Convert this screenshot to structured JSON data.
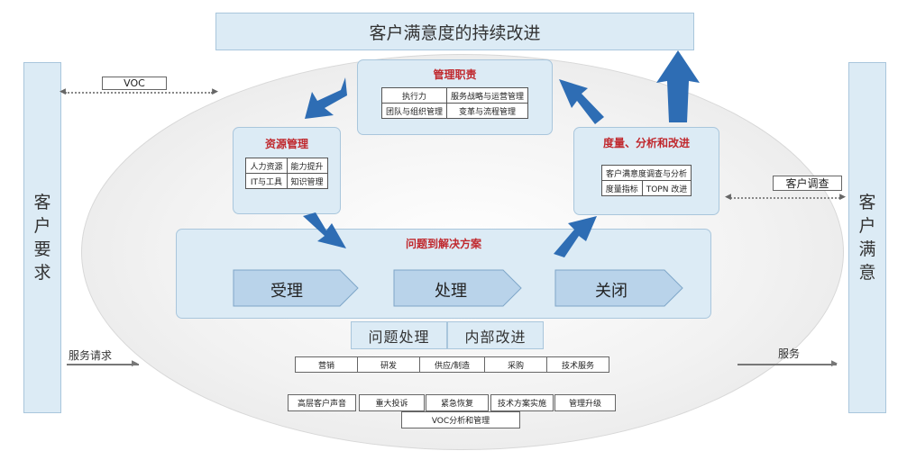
{
  "title": "客户满意度的持续改进",
  "left_bar": [
    "客",
    "户",
    "要",
    "求"
  ],
  "right_bar": [
    "客",
    "户",
    "满",
    "意"
  ],
  "voc_label": "VOC",
  "survey_label": "客户调查",
  "service_request": "服务请求",
  "service": "服务",
  "mgmt": {
    "title": "管理职责",
    "cells": [
      [
        "执行力",
        "服务战略与运营管理"
      ],
      [
        "团队与组织管理",
        "变革与流程管理"
      ]
    ]
  },
  "resource": {
    "title": "资源管理",
    "cells": [
      [
        "人力资源",
        "能力提升"
      ],
      [
        "IT与工具",
        "知识管理"
      ]
    ]
  },
  "measure": {
    "title": "度量、分析和改进",
    "row1": "客户满意度调查与分析",
    "row2": [
      "度量指标",
      "TOPN 改进"
    ]
  },
  "solution": {
    "title": "问题到解决方案",
    "steps": [
      "受理",
      "处理",
      "关闭"
    ]
  },
  "tabs": [
    "问题处理",
    "内部改进"
  ],
  "row1": [
    "营销",
    "研发",
    "供应/制造",
    "采购",
    "技术服务"
  ],
  "row2": [
    "高层客户声音",
    "重大投诉",
    "紧急恢复",
    "技术方案实施",
    "管理升级"
  ],
  "voc_analysis": "VOC分析和管理",
  "colors": {
    "accent_red": "#c0282d",
    "arrow_blue": "#2e6db4",
    "panel_fill": "#dcebf5"
  }
}
